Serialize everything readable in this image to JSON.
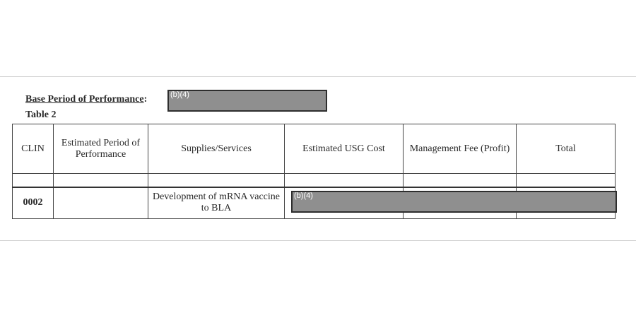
{
  "heading": {
    "label": "Base Period of Performance",
    "colon": ":",
    "redaction_code": "(b)(4)"
  },
  "table_label": "Table 2",
  "table": {
    "columns": [
      "CLIN",
      "Estimated Period of Performance",
      "Supplies/Services",
      "Estimated USG Cost",
      "Management Fee (Profit)",
      "Total"
    ],
    "rows": [
      {
        "clin": "0002",
        "period": "",
        "supplies": "Development of mRNA vaccine to BLA",
        "redaction_code": "(b)(4)"
      }
    ]
  },
  "colors": {
    "redaction_fill": "#8f8f8f",
    "redaction_border": "#2e2e2e"
  }
}
